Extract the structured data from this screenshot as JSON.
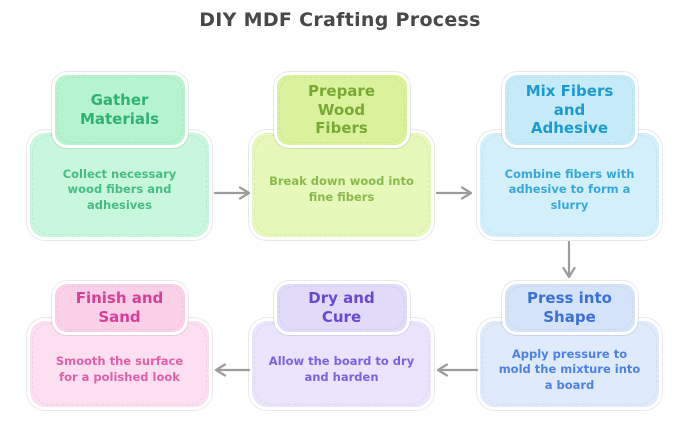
{
  "title": "DIY MDF Crafting Process",
  "arrows": {
    "color": "#9c9c9c"
  },
  "nodes": [
    {
      "name": "gather-materials",
      "title": "Gather\nMaterials",
      "description": "Collect necessary wood fibers and adhesives",
      "colors": {
        "header_fill": "#b6f3cf",
        "body_fill": "#c9f7dd",
        "header_text": "#2eb274",
        "body_text": "#45bd83"
      }
    },
    {
      "name": "prepare-wood-fibers",
      "title": "Prepare\nWood\nFibers",
      "description": "Break down wood into fine fibers",
      "colors": {
        "header_fill": "#daf29c",
        "body_fill": "#e6f8ba",
        "header_text": "#79a934",
        "body_text": "#8cb94b"
      }
    },
    {
      "name": "mix-fibers-and-adhesive",
      "title": "Mix Fibers\nand\nAdhesive",
      "description": "Combine fibers with adhesive to form a slurry",
      "colors": {
        "header_fill": "#c6ebf8",
        "body_fill": "#d3f0fa",
        "header_text": "#1e9ad2",
        "body_text": "#38a8da"
      }
    },
    {
      "name": "press-into-shape",
      "title": "Press into\nShape",
      "description": "Apply pressure to mold the mixture into a board",
      "colors": {
        "header_fill": "#d5e3f9",
        "body_fill": "#dfeafc",
        "header_text": "#3a70d8",
        "body_text": "#4e82e2"
      }
    },
    {
      "name": "dry-and-cure",
      "title": "Dry and\nCure",
      "description": "Allow the board to dry and harden",
      "colors": {
        "header_fill": "#e1daf8",
        "body_fill": "#eae5fc",
        "header_text": "#6948d6",
        "body_text": "#7c62e0"
      }
    },
    {
      "name": "finish-and-sand",
      "title": "Finish and\nSand",
      "description": "Smooth the surface for a polished look",
      "colors": {
        "header_fill": "#f9d0e8",
        "body_fill": "#fcdff1",
        "header_text": "#d83f99",
        "body_text": "#e160a9"
      }
    }
  ]
}
